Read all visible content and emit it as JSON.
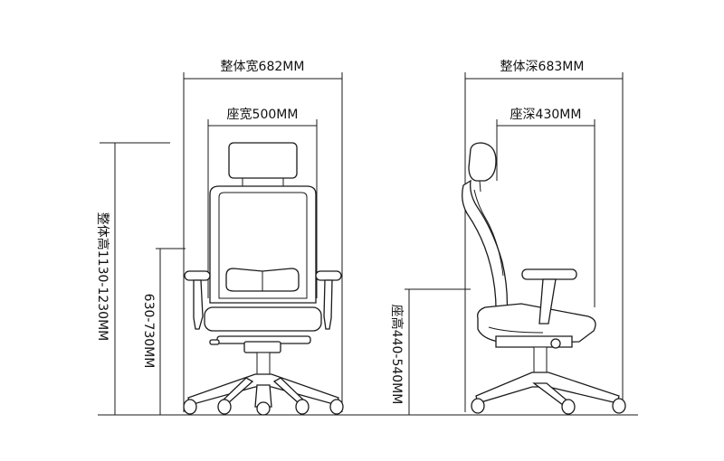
{
  "front_view": {
    "overall_width_label": "整体宽682MM",
    "seat_width_label": "座宽500MM",
    "overall_height_label": "整体高1130-1230MM",
    "armrest_height_label": "630-730MM"
  },
  "side_view": {
    "overall_depth_label": "整体深683MM",
    "seat_depth_label": "座深430MM",
    "seat_height_label": "座高440-540MM"
  }
}
